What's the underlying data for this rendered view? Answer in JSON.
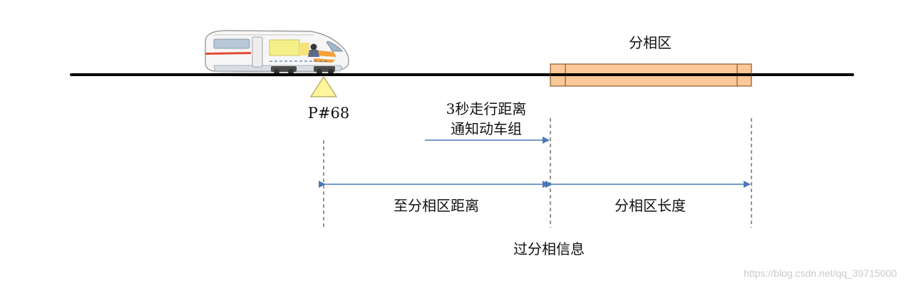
{
  "labels": {
    "section_title": "分相区",
    "marker": "P#68",
    "notice_line1": "3秒走行距离",
    "notice_line2": "通知动车组",
    "distance_to_section": "至分相区距离",
    "section_length": "分相区长度",
    "passing_info": "过分相信息"
  },
  "watermark": "https://blog.csdn.net/qq_39715000",
  "colors": {
    "track": "#000000",
    "section_fill": "#fbc898",
    "section_stroke": "#8a5a2a",
    "arrow": "#4a79b8",
    "marker_fill": "#fff59d",
    "marker_stroke": "#9b8c3a"
  }
}
